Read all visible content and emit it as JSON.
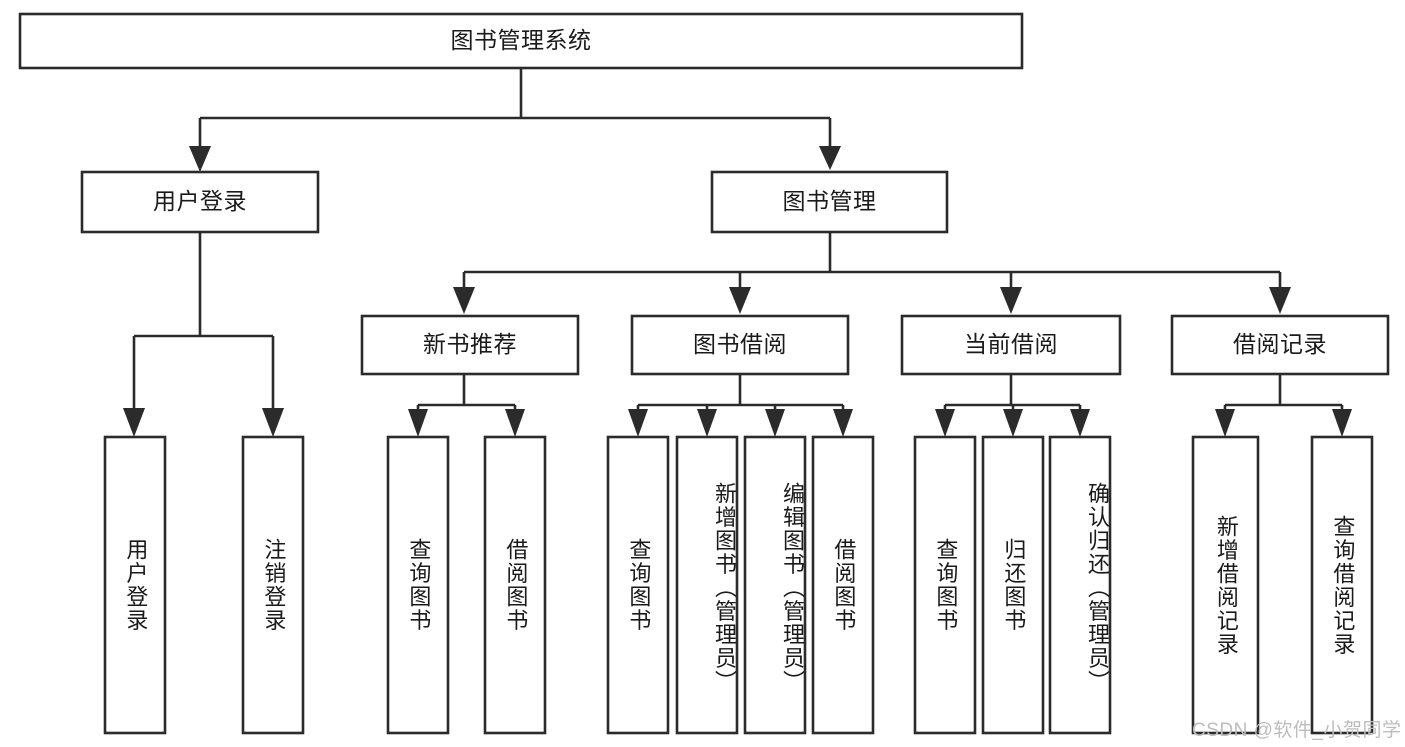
{
  "diagram": {
    "title": "图书管理系统",
    "type": "tree-hierarchy",
    "orientation": "top-down",
    "stroke_color": "#2b2b2b",
    "fill_color": "#ffffff",
    "background_color": "#ffffff",
    "watermark": "CSDN @软件_小贺同学",
    "watermark_color": "#bdbdbd"
  },
  "nodes": {
    "root": {
      "label": "图书管理系统",
      "level": 1,
      "text_orientation": "horizontal"
    },
    "level2": [
      {
        "id": "user-login",
        "label": "用户登录",
        "text_orientation": "horizontal"
      },
      {
        "id": "book-management",
        "label": "图书管理",
        "text_orientation": "horizontal"
      }
    ],
    "level3": [
      {
        "id": "new-book-recommend",
        "label": "新书推荐",
        "parent": "book-management",
        "text_orientation": "horizontal"
      },
      {
        "id": "book-borrow",
        "label": "图书借阅",
        "parent": "book-management",
        "text_orientation": "horizontal"
      },
      {
        "id": "current-borrow",
        "label": "当前借阅",
        "parent": "book-management",
        "text_orientation": "horizontal"
      },
      {
        "id": "borrow-record",
        "label": "借阅记录",
        "parent": "book-management",
        "text_orientation": "horizontal"
      }
    ],
    "leaves": [
      {
        "id": "leaf-user-login",
        "label": "用户登录",
        "parent": "user-login",
        "text_orientation": "vertical"
      },
      {
        "id": "leaf-logout-login",
        "label": "注销登录",
        "parent": "user-login",
        "text_orientation": "vertical"
      },
      {
        "id": "leaf-query-book-recommend",
        "label": "查询图书",
        "parent": "new-book-recommend",
        "text_orientation": "vertical"
      },
      {
        "id": "leaf-borrow-book-recommend",
        "label": "借阅图书",
        "parent": "new-book-recommend",
        "text_orientation": "vertical"
      },
      {
        "id": "leaf-query-book-borrow",
        "label": "查询图书",
        "parent": "book-borrow",
        "text_orientation": "vertical"
      },
      {
        "id": "leaf-add-book",
        "label": "新增图书（管理员）",
        "parent": "book-borrow",
        "text_orientation": "vertical"
      },
      {
        "id": "leaf-edit-book",
        "label": "编辑图书（管理员）",
        "parent": "book-borrow",
        "text_orientation": "vertical"
      },
      {
        "id": "leaf-borrow-book",
        "label": "借阅图书",
        "parent": "book-borrow",
        "text_orientation": "vertical"
      },
      {
        "id": "leaf-query-book-current",
        "label": "查询图书",
        "parent": "current-borrow",
        "text_orientation": "vertical"
      },
      {
        "id": "leaf-return-book",
        "label": "归还图书",
        "parent": "current-borrow",
        "text_orientation": "vertical"
      },
      {
        "id": "leaf-confirm-return",
        "label": "确认归还（管理员）",
        "parent": "current-borrow",
        "text_orientation": "vertical"
      },
      {
        "id": "leaf-add-borrow-record",
        "label": "新增借阅记录",
        "parent": "borrow-record",
        "text_orientation": "vertical"
      },
      {
        "id": "leaf-query-borrow-record",
        "label": "查询借阅记录",
        "parent": "borrow-record",
        "text_orientation": "vertical"
      }
    ]
  }
}
